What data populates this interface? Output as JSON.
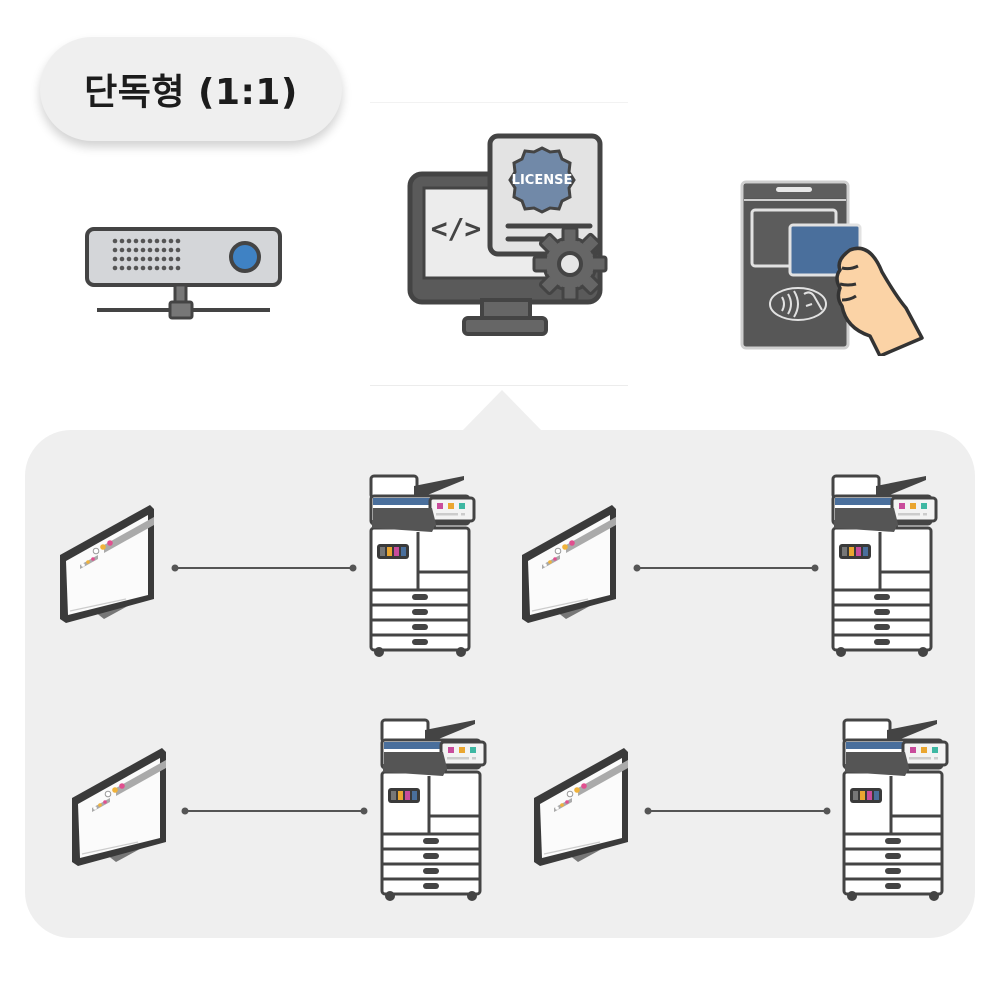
{
  "title": {
    "label": "단독형 (1:1)"
  },
  "top_icons": [
    {
      "name": "network-projector-device",
      "icon": "projector-icon"
    },
    {
      "name": "software-license",
      "icon": "license-monitor-icon",
      "badge_text": "LICENSE",
      "code_glyph": "</>"
    },
    {
      "name": "card-reader",
      "icon": "card-tap-reader-icon"
    }
  ],
  "colors": {
    "panel_bg": "#efefef",
    "outline": "#444444",
    "accent_blue": "#4a6f9c",
    "badge_blue": "#7189a8",
    "lens_blue": "#3f82c4",
    "magenta": "#c94c9c",
    "amber": "#eaa630",
    "teal": "#3fb8a3",
    "skin": "#fbd3a6"
  },
  "pairs": [
    {
      "id": 1,
      "client": "pc-monitor",
      "device": "multifunction-printer",
      "link": "1:1"
    },
    {
      "id": 2,
      "client": "pc-monitor",
      "device": "multifunction-printer",
      "link": "1:1"
    },
    {
      "id": 3,
      "client": "pc-monitor",
      "device": "multifunction-printer",
      "link": "1:1"
    },
    {
      "id": 4,
      "client": "pc-monitor",
      "device": "multifunction-printer",
      "link": "1:1"
    }
  ]
}
